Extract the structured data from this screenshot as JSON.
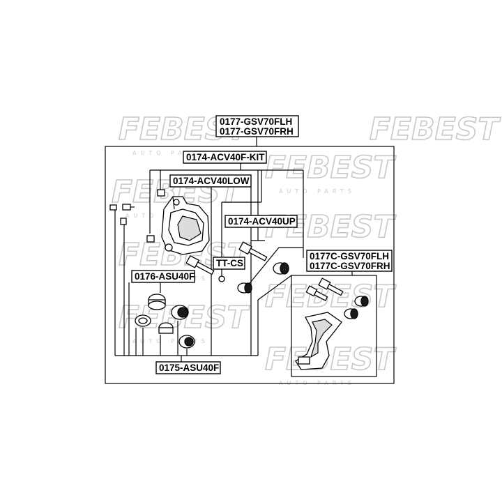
{
  "watermark": {
    "brand": "FEBEST",
    "tagline": "AUTO PARTS"
  },
  "labels": {
    "caliper_assembly_l1": "0177-GSV70FLH",
    "caliper_assembly_l2": "0177-GSV70FRH",
    "pin_kit": "0174-ACV40F-KIT",
    "pin_lower": "0174-ACV40LOW",
    "pin_upper": "0174-ACV40UP",
    "grease": "TT-CS",
    "bracket_l1": "0177C-GSV70FLH",
    "bracket_l2": "0177C-GSV70FRH",
    "piston": "0176-ASU40F",
    "repair_kit": "0175-ASU40F"
  }
}
